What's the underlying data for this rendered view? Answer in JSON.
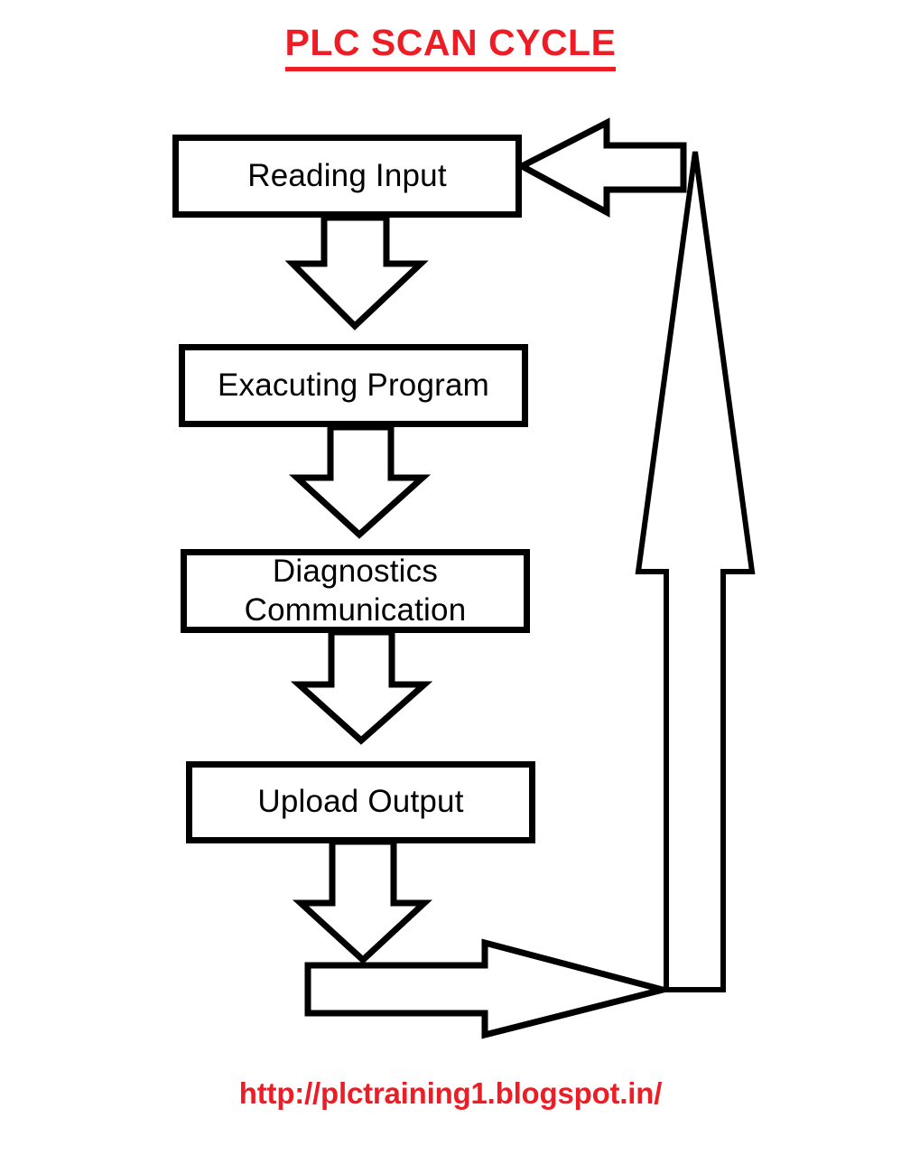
{
  "title": {
    "text": "PLC SCAN CYCLE",
    "color": "#ee1c25"
  },
  "footer": {
    "url": "http://plctraining1.blogspot.in/",
    "color": "#ee1c25"
  },
  "diagram": {
    "type": "flowchart-cycle",
    "stroke_color": "#000000",
    "fill_color": "#ffffff",
    "steps": [
      {
        "id": "reading-input",
        "label": "Reading Input",
        "order": 1
      },
      {
        "id": "executing-program",
        "label": "Exacuting Program",
        "order": 2
      },
      {
        "id": "diagnostics-communication",
        "label": "Diagnostics\nCommunication",
        "order": 3
      },
      {
        "id": "upload-output",
        "label": "Upload Output",
        "order": 4
      }
    ],
    "connectors": [
      {
        "id": "arrow-1",
        "from": "reading-input",
        "to": "executing-program",
        "direction": "down"
      },
      {
        "id": "arrow-2",
        "from": "executing-program",
        "to": "diagnostics-communication",
        "direction": "down"
      },
      {
        "id": "arrow-3",
        "from": "diagnostics-communication",
        "to": "upload-output",
        "direction": "down"
      },
      {
        "id": "arrow-4",
        "from": "upload-output",
        "to": "loop-return",
        "direction": "down"
      },
      {
        "id": "arrow-loop-right",
        "from": "upload-output",
        "to": "loop-riser",
        "direction": "right"
      },
      {
        "id": "arrow-loop-up",
        "from": "loop-riser",
        "to": "loop-top",
        "direction": "up"
      },
      {
        "id": "arrow-loop-left",
        "from": "loop-top",
        "to": "reading-input",
        "direction": "left"
      }
    ]
  }
}
